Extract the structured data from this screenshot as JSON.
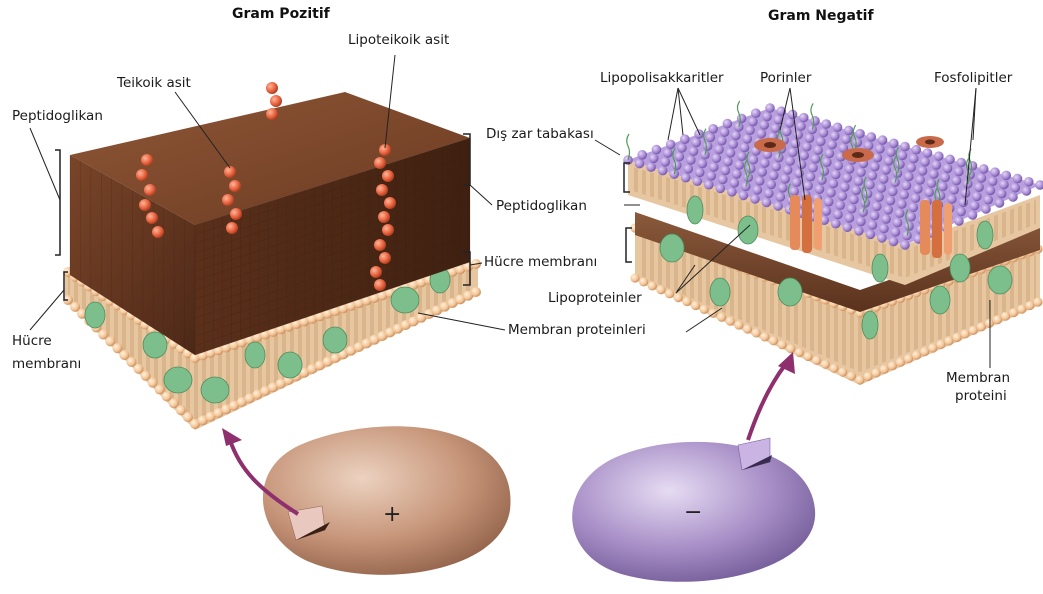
{
  "gram_positive": {
    "title": "Gram Pozitif",
    "labels": {
      "teichoic_acid": "Teikoik asit",
      "lipoteichoic_acid": "Lipoteikoik asit",
      "peptidoglycan_left": "Peptidoglikan",
      "peptidoglycan_right": "Peptidoglikan",
      "cell_membrane_right": "Hücre membranı",
      "cell_membrane_left_1": "Hücre",
      "cell_membrane_left_2": "membranı",
      "membrane_proteins": "Membran proteinleri"
    },
    "sign": "+"
  },
  "gram_negative": {
    "title": "Gram Negatif",
    "labels": {
      "lipopolysaccharides": "Lipopolisakkaritler",
      "porins": "Porinler",
      "phospholipids": "Fosfolipitler",
      "outer_membrane": "Dış zar tabakası",
      "lipoproteins": "Lipoproteinler",
      "membrane_protein_1": "Membran",
      "membrane_protein_2": "proteini"
    },
    "sign": "−"
  },
  "colors": {
    "peptidoglycan": "#6b3a24",
    "bead": "#f3c79a",
    "protein": "#7cbf8c",
    "teichoic": "#e8633f",
    "lps_bead": "#a98ad6",
    "porin": "#e58a5a",
    "arrow": "#8e2f6e",
    "gram_pos_cell": "#c7967a",
    "gram_neg_cell": "#a88fc7"
  }
}
